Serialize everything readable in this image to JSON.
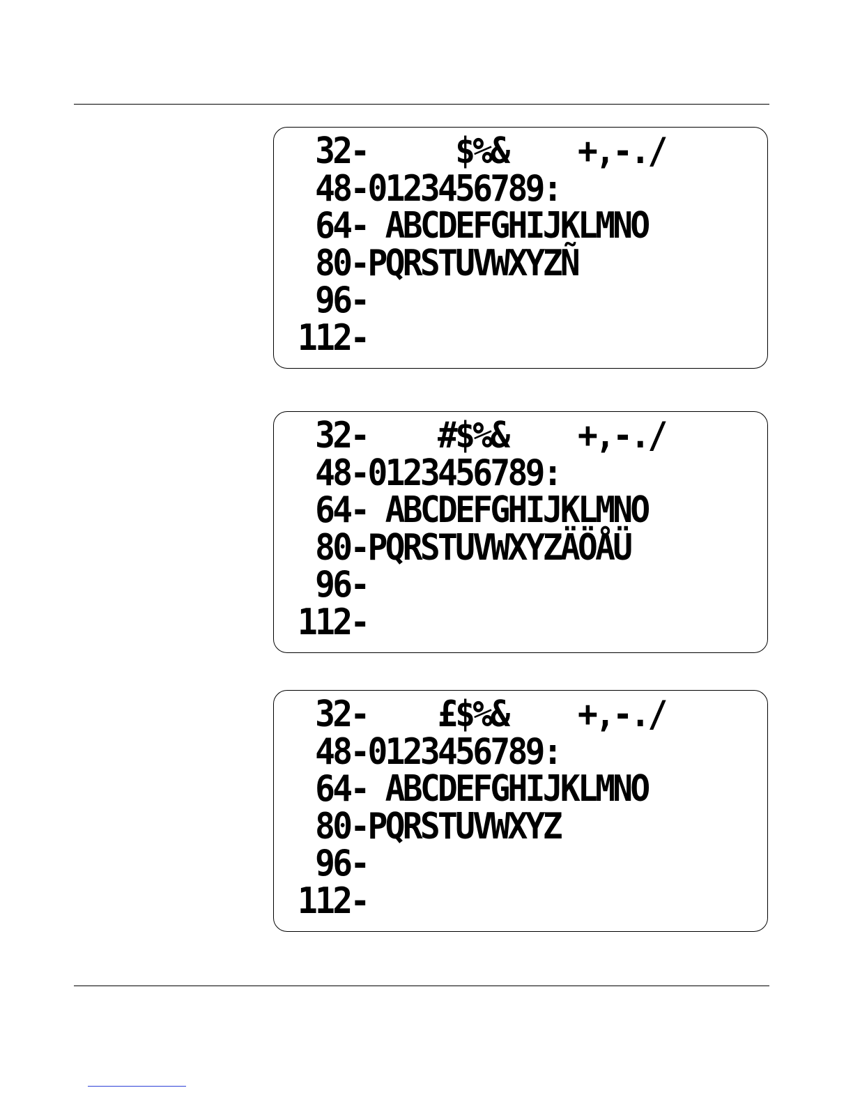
{
  "panels": [
    {
      "rows": [
        " 32-     $%&    +,-./",
        " 48-0123456789:",
        " 64- ABCDEFGHIJKLMNO",
        " 80-PQRSTUVWXYZÑ",
        " 96-",
        "112-"
      ]
    },
    {
      "rows": [
        " 32-    #$%&    +,-./",
        " 48-0123456789:",
        " 64- ABCDEFGHIJKLMNO",
        " 80-PQRSTUVWXYZÄÖÅÜ",
        " 96-",
        "112-"
      ]
    },
    {
      "rows": [
        " 32-    £$%&    +,-./",
        " 48-0123456789:",
        " 64- ABCDEFGHIJKLMNO",
        " 80-PQRSTUVWXYZ",
        " 96-",
        "112-"
      ]
    }
  ]
}
